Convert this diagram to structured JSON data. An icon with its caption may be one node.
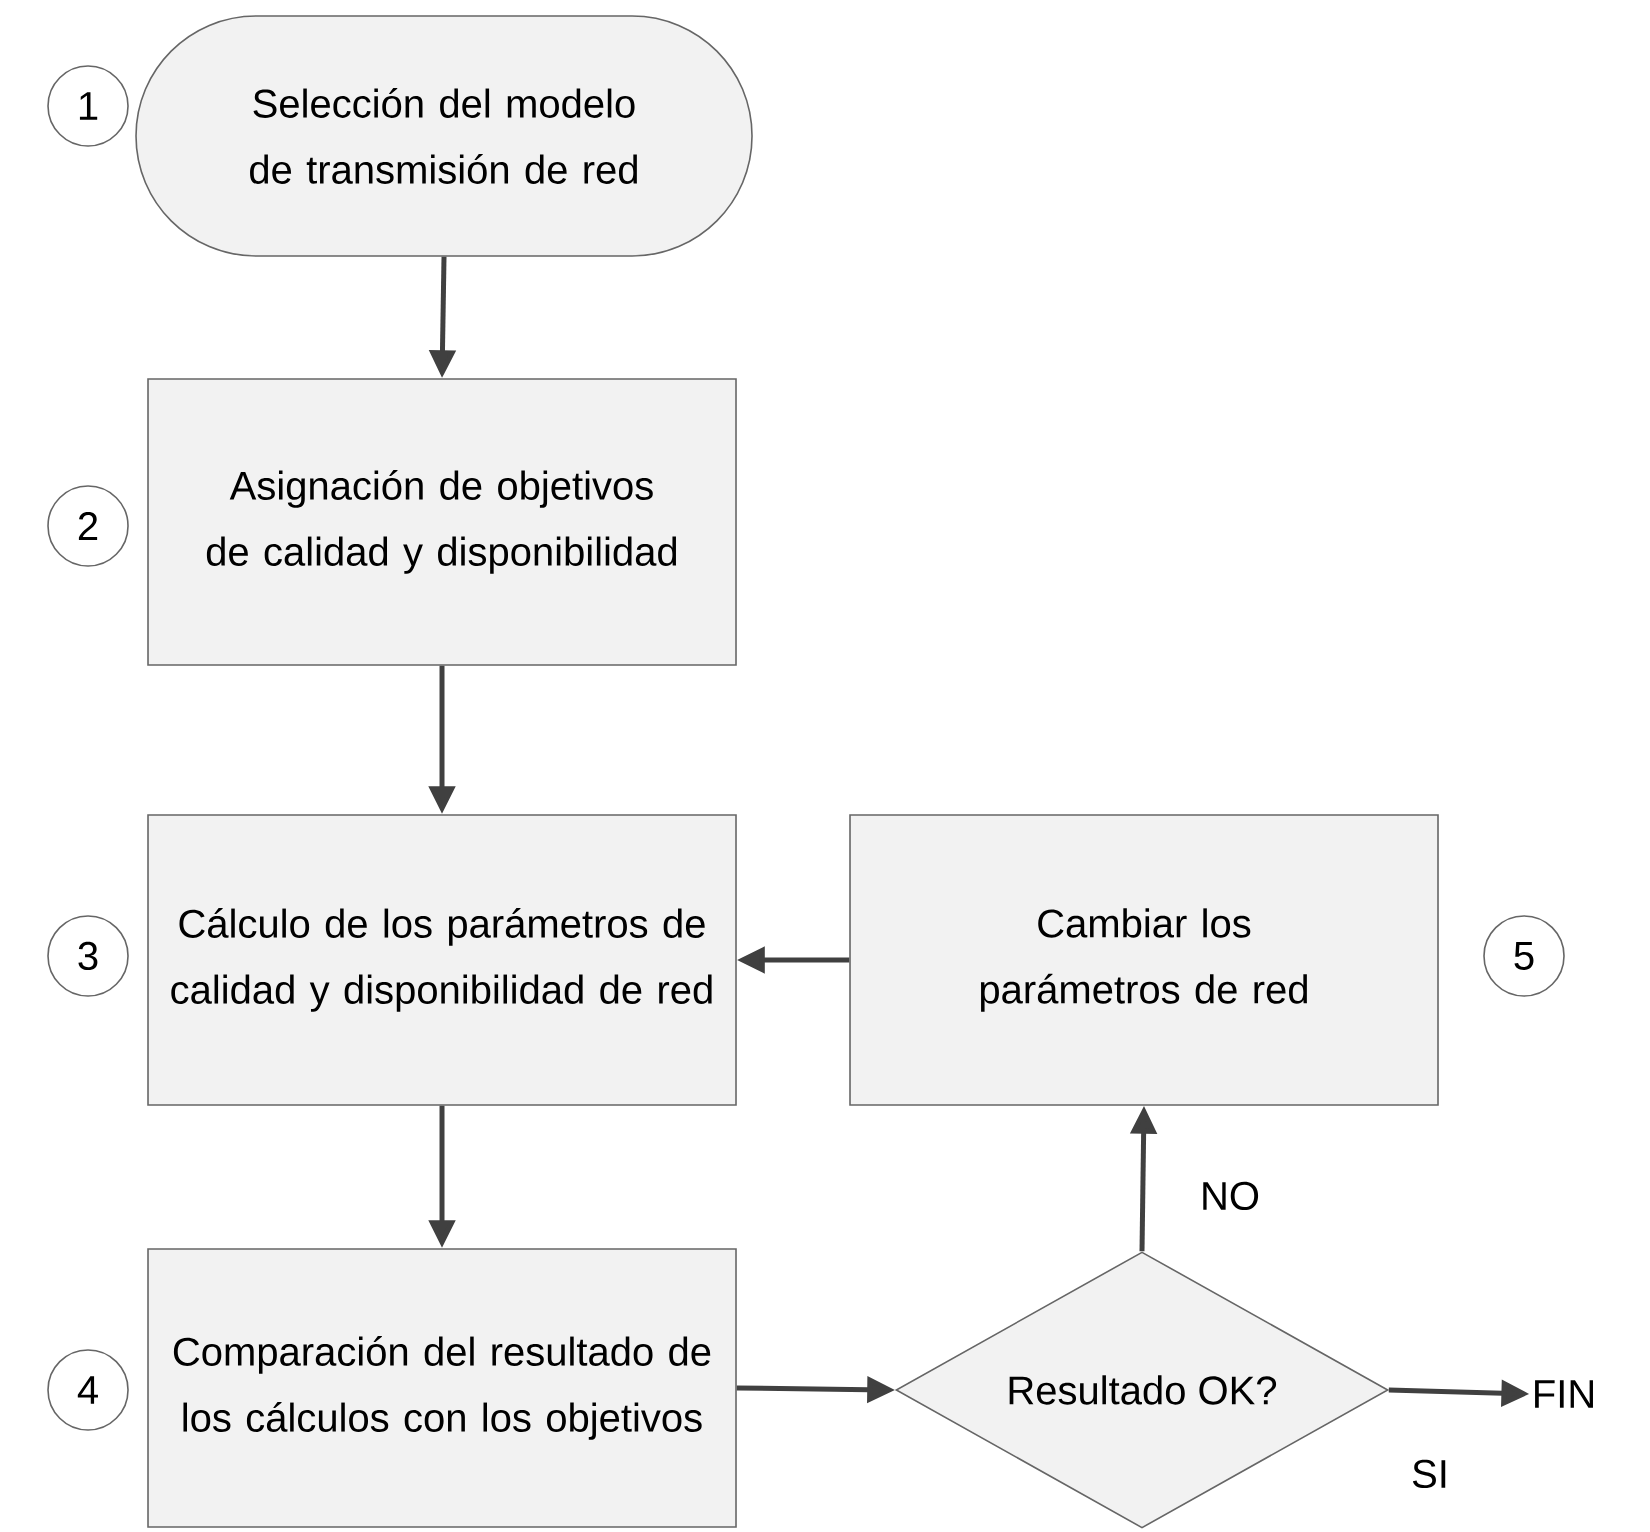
{
  "diagram": {
    "nodes": [
      {
        "text": [
          "1"
        ]
      },
      {
        "text": [
          "Selección del modelo de transmisión de red"
        ]
      },
      {
        "text": [
          "2"
        ]
      },
      {
        "text": [
          "Asignación de objetivos de calidad y disponibilidad"
        ]
      },
      {
        "text": [
          "3"
        ]
      },
      {
        "text": [
          "Cálculo de los parámetros de calidad y disponibilidad de red"
        ]
      },
      {
        "text": [
          "Cambiar los parámetros de red"
        ]
      },
      {
        "text": [
          "5"
        ]
      },
      {
        "text": [
          "4"
        ]
      },
      {
        "text": [
          "Comparación del resultado de los cálculos con los objetivos"
        ]
      },
      {
        "text": [
          "Resultado OK?"
        ]
      },
      {
        "text": [
          "FIN"
        ]
      }
    ],
    "edges": [
      {
        "from": 1,
        "to": 3,
        "arrow": "to"
      },
      {
        "from": 3,
        "to": 5,
        "arrow": "to"
      },
      {
        "from": 5,
        "to": 9,
        "arrow": "to"
      },
      {
        "from": 9,
        "to": 10,
        "arrow": "to"
      },
      {
        "from": 10,
        "to": 6,
        "arrow": "to",
        "label": "NO"
      },
      {
        "from": 10,
        "to": 11,
        "arrow": "to",
        "label": "SI"
      },
      {
        "from": 6,
        "to": 5,
        "arrow": "to"
      }
    ]
  }
}
